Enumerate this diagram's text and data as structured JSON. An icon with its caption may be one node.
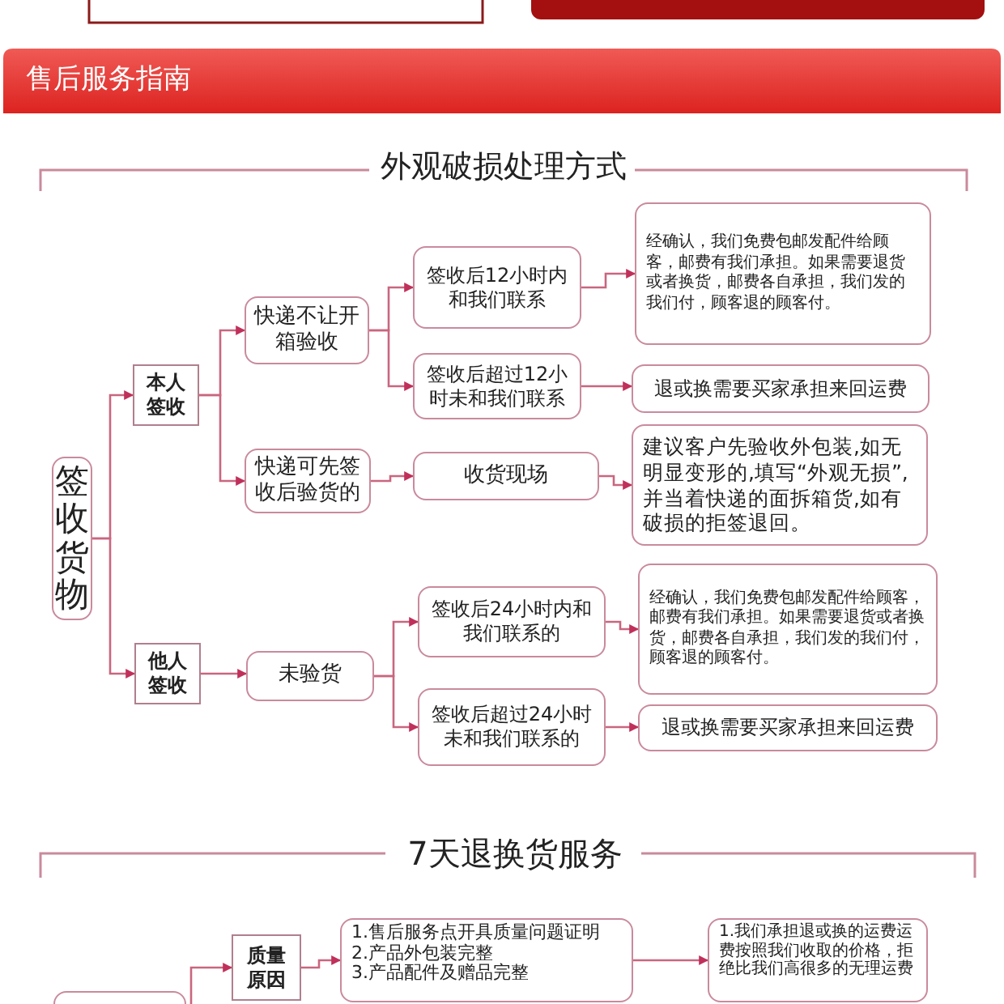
{
  "diagram": {
    "title": "外观破损处理方式",
    "nodes": [
      {
        "text": [
          "签收货物"
        ]
      },
      {
        "text": [
          "本人签收"
        ]
      },
      {
        "text": [
          "他人签收"
        ]
      },
      {
        "text": [
          "快递不让开箱验收"
        ]
      },
      {
        "text": [
          "快递可先签收后验货的"
        ]
      },
      {
        "text": [
          "签收后12小时内和我们联系"
        ]
      },
      {
        "text": [
          "签收后超过12小时未和我们联系"
        ]
      },
      {
        "text": [
          "收货现场"
        ]
      },
      {
        "text": [
          "经确认，我们免费包邮发配件给顾客，邮费有我们承担。如果需要退货或者换货，邮费各自承担，我们发的我们付，顾客退的顾客付。"
        ]
      },
      {
        "text": [
          "退或换需要买家承担来回运费"
        ]
      },
      {
        "text": [
          "建议客户先验收外包装,如无明显变形的,填写“外观无损”,并当着快递的面拆箱货,如有破损的拒签退回。"
        ]
      },
      {
        "text": [
          "未验货"
        ]
      },
      {
        "text": [
          "签收后24小时内和我们联系的"
        ]
      },
      {
        "text": [
          "签收后超过24小时未和我们联系的"
        ]
      },
      {
        "text": [
          "经确认，我们免费包邮发配件给顾客，邮费有我们承担。如果需要退货或者换货，邮费各自承担，我们发的我们付，顾客退的顾客付。"
        ]
      },
      {
        "text": [
          "退或换需要买家承担来回运费"
        ]
      },
      {
        "text": [],
        "shape": "box"
      },
      {
        "text": [
          "质量原因"
        ]
      },
      {
        "text": [
          "1.售后服务点开具质量问题证明",
          "2.产品外包装完整",
          "3.产品配件及赠品完整"
        ]
      },
      {
        "text": [
          "1.我们承担退或换的运费运费按照我们收取的价格，拒绝比我们高很多的无理运费"
        ]
      }
    ],
    "edges": [
      {
        "from": 0,
        "to": 1,
        "arrow": "to"
      },
      {
        "from": 0,
        "to": 2,
        "arrow": "to"
      },
      {
        "from": 1,
        "to": 3,
        "arrow": "to"
      },
      {
        "from": 1,
        "to": 4,
        "arrow": "to"
      },
      {
        "from": 3,
        "to": 5,
        "arrow": "to"
      },
      {
        "from": 3,
        "to": 6,
        "arrow": "to"
      },
      {
        "from": 5,
        "to": 8,
        "arrow": "to"
      },
      {
        "from": 6,
        "to": 9,
        "arrow": "to"
      },
      {
        "from": 4,
        "to": 7,
        "arrow": "to"
      },
      {
        "from": 7,
        "to": 10,
        "arrow": "to"
      },
      {
        "from": 2,
        "to": 11,
        "arrow": "to"
      },
      {
        "from": 11,
        "to": 12,
        "arrow": "to"
      },
      {
        "from": 11,
        "to": 13,
        "arrow": "to"
      },
      {
        "from": 12,
        "to": 14,
        "arrow": "to"
      },
      {
        "from": 13,
        "to": 15,
        "arrow": "to"
      },
      {
        "from": 16,
        "to": 17,
        "arrow": "to"
      },
      {
        "from": 17,
        "to": 18,
        "arrow": "to"
      },
      {
        "from": 18,
        "to": 19,
        "arrow": "to"
      }
    ],
    "labels": [
      "售后服务指南",
      "7天退换货服务"
    ]
  }
}
